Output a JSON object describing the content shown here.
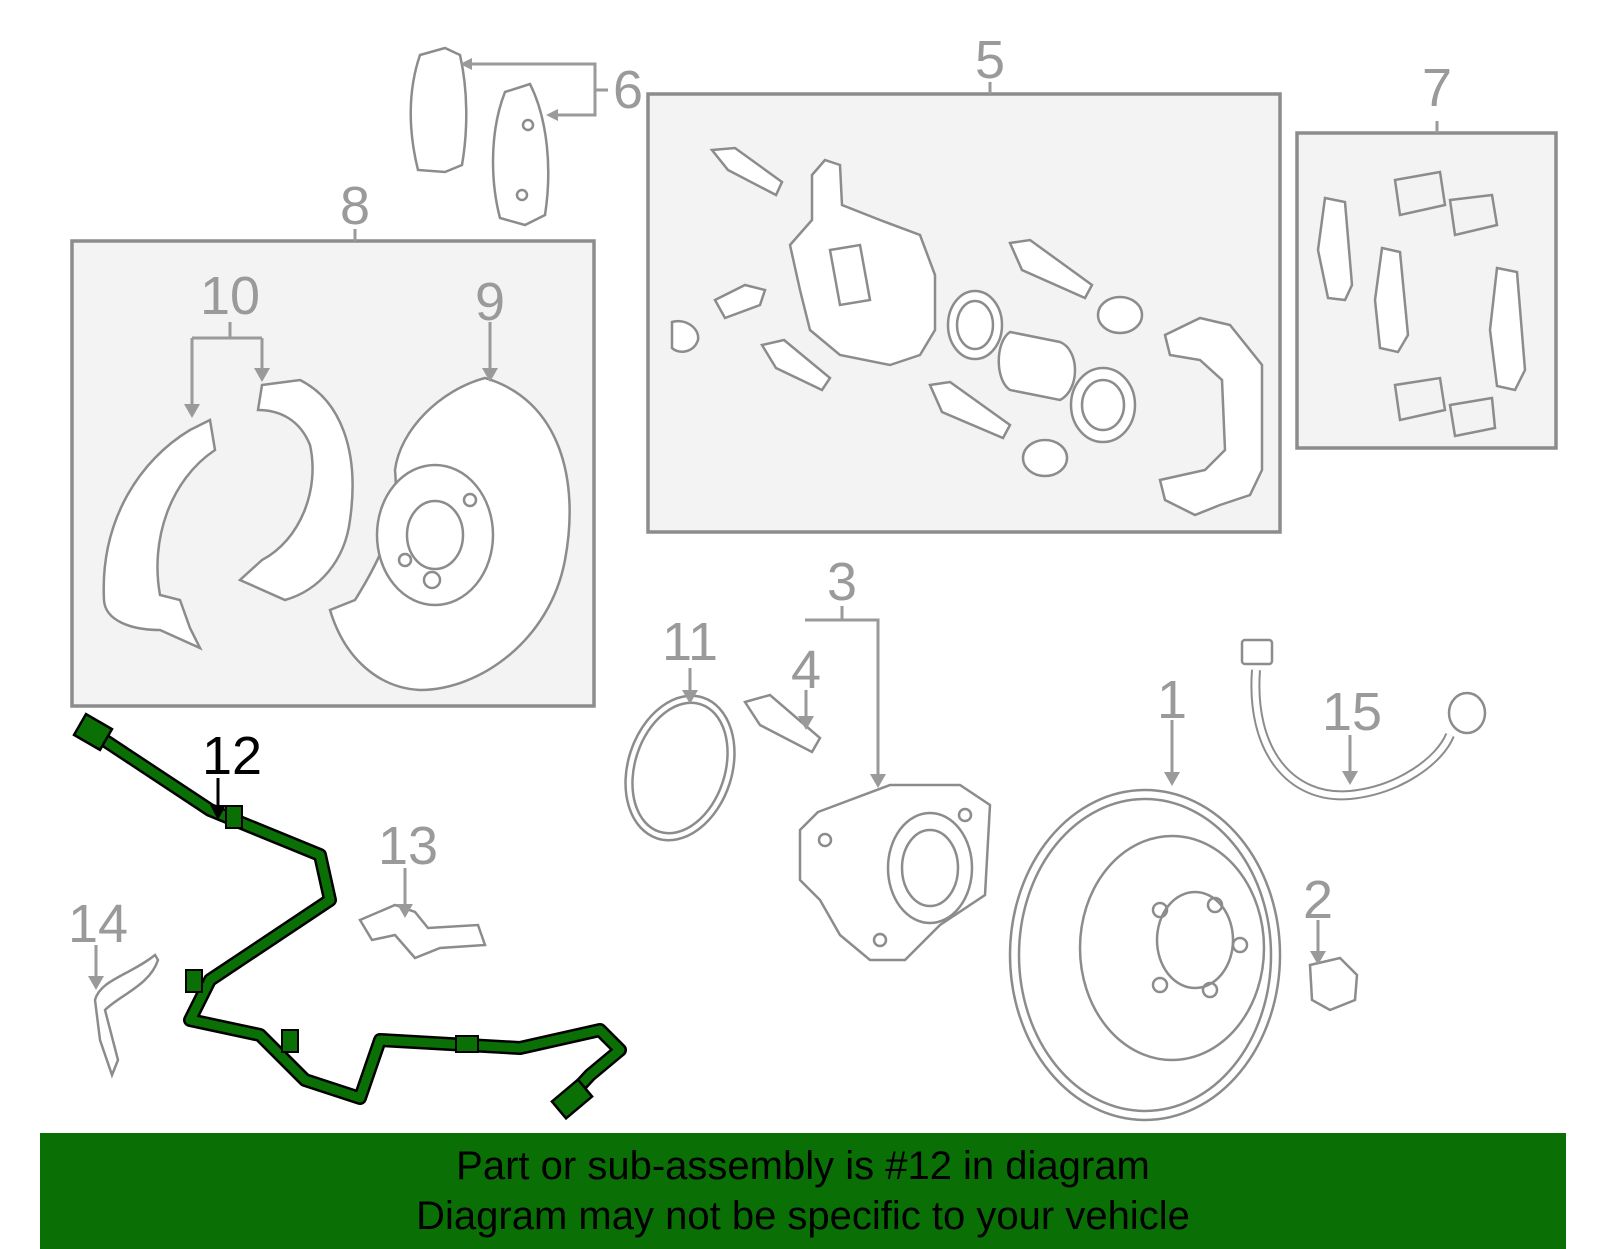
{
  "callouts": {
    "c1": "1",
    "c2": "2",
    "c3": "3",
    "c4": "4",
    "c5": "5",
    "c6": "6",
    "c7": "7",
    "c8": "8",
    "c9": "9",
    "c10": "10",
    "c11": "11",
    "c12": "12",
    "c13": "13",
    "c14": "14",
    "c15": "15"
  },
  "highlight_part": "12",
  "banner": {
    "line1": "Part or sub-assembly is #12 in diagram",
    "line2": "Diagram may not be specific to your vehicle"
  },
  "colors": {
    "highlight": "#0a7006",
    "banner": "#0a7006",
    "parts": "#8c8c8c"
  }
}
